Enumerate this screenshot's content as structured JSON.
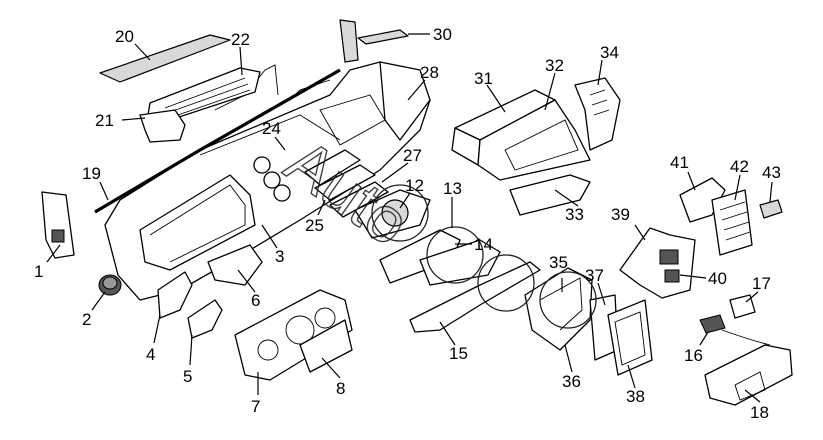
{
  "diagram": {
    "callouts": [
      "1",
      "2",
      "3",
      "4",
      "5",
      "6",
      "7",
      "8",
      "12",
      "13",
      "14",
      "15",
      "16",
      "17",
      "18",
      "19",
      "20",
      "21",
      "22",
      "24",
      "25",
      "27",
      "28",
      "30",
      "31",
      "32",
      "33",
      "34",
      "35",
      "36",
      "37",
      "38",
      "39",
      "40",
      "41",
      "42",
      "43"
    ]
  },
  "watermark": {
    "text": "Auto"
  }
}
